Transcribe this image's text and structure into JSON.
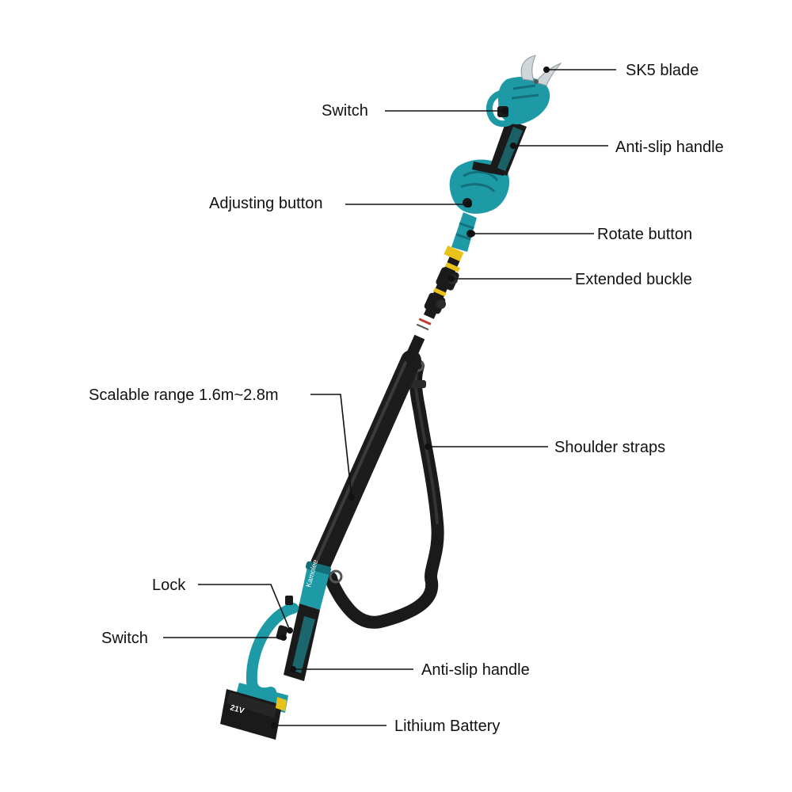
{
  "labels": {
    "sk5_blade": "SK5 blade",
    "switch_top": "Switch",
    "anti_slip_handle_top": "Anti-slip handle",
    "adjusting_button": "Adjusting button",
    "rotate_button": "Rotate button",
    "extended_buckle": "Extended buckle",
    "scalable_range": "Scalable range 1.6m~2.8m",
    "shoulder_straps": "Shoulder straps",
    "lock": "Lock",
    "switch_bottom": "Switch",
    "anti_slip_handle_bottom": "Anti-slip handle",
    "lithium_battery": "Lithium Battery"
  },
  "product_text": {
    "brand": "Kamolee",
    "battery_voltage": "21V"
  },
  "colors": {
    "body_teal": "#1e9aa6",
    "body_teal_dark": "#13707a",
    "grip_black": "#1a1a1a",
    "blade_silver": "#cfd6da",
    "accent_yellow": "#e8c21a",
    "leader_line": "#111111"
  }
}
